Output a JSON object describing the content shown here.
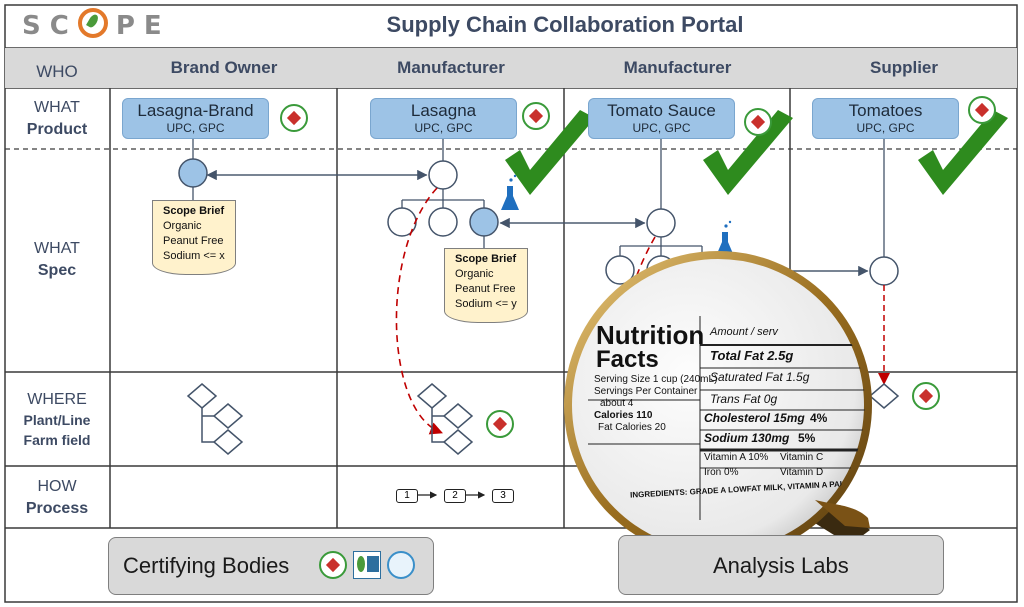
{
  "header": {
    "logo_text_left": "SC",
    "logo_text_right": "PE",
    "title": "Supply Chain Collaboration Portal"
  },
  "columns": {
    "who_label": "WHO",
    "headers": [
      "Brand Owner",
      "Manufacturer",
      "Manufacturer",
      "Supplier"
    ]
  },
  "rows": {
    "what_product": {
      "line1": "WHAT",
      "line2": "Product"
    },
    "what_spec": {
      "line1": "WHAT",
      "line2": "Spec"
    },
    "where": {
      "line1": "WHERE",
      "line2": "Plant/Line",
      "line3": "Farm field"
    },
    "how": {
      "line1": "HOW",
      "line2": "Process"
    }
  },
  "products": [
    {
      "name": "Lasagna-Brand",
      "codes": "UPC, GPC"
    },
    {
      "name": "Lasagna",
      "codes": "UPC, GPC"
    },
    {
      "name": "Tomato Sauce",
      "codes": "UPC, GPC"
    },
    {
      "name": "Tomatoes",
      "codes": "UPC, GPC"
    }
  ],
  "briefs": [
    {
      "title": "Scope Brief",
      "lines": [
        "Organic",
        "Peanut Free",
        "Sodium <= x"
      ]
    },
    {
      "title": "Scope Brief",
      "lines": [
        "Organic",
        "Peanut Free",
        "Sodium <= y"
      ]
    }
  ],
  "process_steps": [
    "1",
    "2",
    "3"
  ],
  "bottom": {
    "certifying_bodies": "Certifying Bodies",
    "analysis_labs": "Analysis Labs"
  },
  "nutrition_label": {
    "title_line1": "Nutrition",
    "title_line2": "Facts",
    "serving_size": "Serving Size 1 cup (240mL)",
    "servings": "Servings Per Container",
    "about": "about 4",
    "calories": "Calories 110",
    "fat_calories": "Fat Calories 20",
    "amount_per": "Amount / serv",
    "total_fat": "Total Fat 2.5g",
    "saturated_fat": "Saturated Fat 1.5g",
    "trans_fat": "Trans Fat 0g",
    "cholesterol": "Cholesterol 15mg",
    "cholesterol_pct": "4%",
    "sodium": "Sodium 130mg",
    "sodium_pct": "5%",
    "vitamin_a": "Vitamin A 10%",
    "vitamin_c": "Vitamin C",
    "iron": "Iron 0%",
    "vitamin_d": "Vitamin D",
    "ingredients": "INGREDIENTS: GRADE A LOWFAT MILK, VITAMIN A PALMITATE, V"
  },
  "colors": {
    "product_fill": "#9dc3e6",
    "brief_fill": "#fff2cc",
    "check_green": "#2e8b1e",
    "flask_blue": "#1f6fbf",
    "dashed_red": "#c00000"
  }
}
